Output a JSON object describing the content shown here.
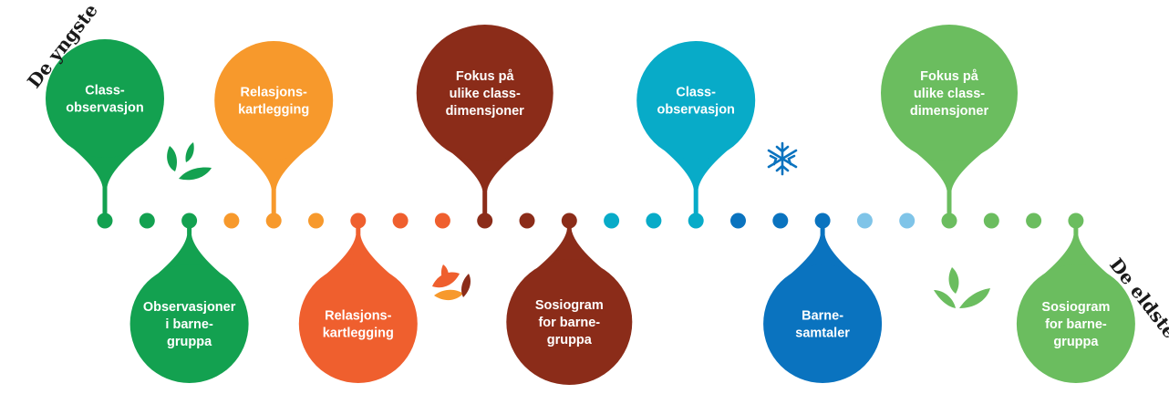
{
  "corner_labels": {
    "start": "De yngste",
    "end": "De eldste"
  },
  "colors": {
    "green": "#13a150",
    "orange": "#f7992c",
    "red_orange": "#ef5f2e",
    "brown": "#8b2c19",
    "teal": "#08abc8",
    "blue": "#0a73bf",
    "light_blue": "#7fc4e8",
    "light_green": "#6bbd5f"
  },
  "timeline": {
    "dot_colors": [
      "green",
      "green",
      "green",
      "orange",
      "orange",
      "orange",
      "red_orange",
      "red_orange",
      "red_orange",
      "brown",
      "brown",
      "brown",
      "teal",
      "teal",
      "teal",
      "blue",
      "blue",
      "blue",
      "light_blue",
      "light_blue",
      "light_green",
      "light_green",
      "light_green",
      "light_green"
    ]
  },
  "pins_top": [
    {
      "lines": [
        "Class-",
        "observasjon"
      ],
      "color": "green"
    },
    {
      "lines": [
        "Relasjons-",
        "kartlegging"
      ],
      "color": "orange"
    },
    {
      "lines": [
        "Fokus på",
        "ulike class-",
        "dimensjoner"
      ],
      "color": "brown"
    },
    {
      "lines": [
        "Class-",
        "observasjon"
      ],
      "color": "teal"
    },
    {
      "lines": [
        "Fokus på",
        "ulike class-",
        "dimensjoner"
      ],
      "color": "light_green"
    }
  ],
  "pins_bottom": [
    {
      "lines": [
        "Observasjoner",
        "i barne-",
        "gruppa"
      ],
      "color": "green"
    },
    {
      "lines": [
        "Relasjons-",
        "kartlegging"
      ],
      "color": "red_orange"
    },
    {
      "lines": [
        "Sosiogram",
        "for barne-",
        "gruppa"
      ],
      "color": "brown"
    },
    {
      "lines": [
        "Barne-",
        "samtaler"
      ],
      "color": "blue"
    },
    {
      "lines": [
        "Sosiogram",
        "for barne-",
        "gruppa"
      ],
      "color": "light_green"
    }
  ],
  "decorations": [
    {
      "icon": "spring-leaves-icon"
    },
    {
      "icon": "autumn-leaves-icon"
    },
    {
      "icon": "snowflake-icon"
    },
    {
      "icon": "summer-leaves-icon"
    }
  ]
}
